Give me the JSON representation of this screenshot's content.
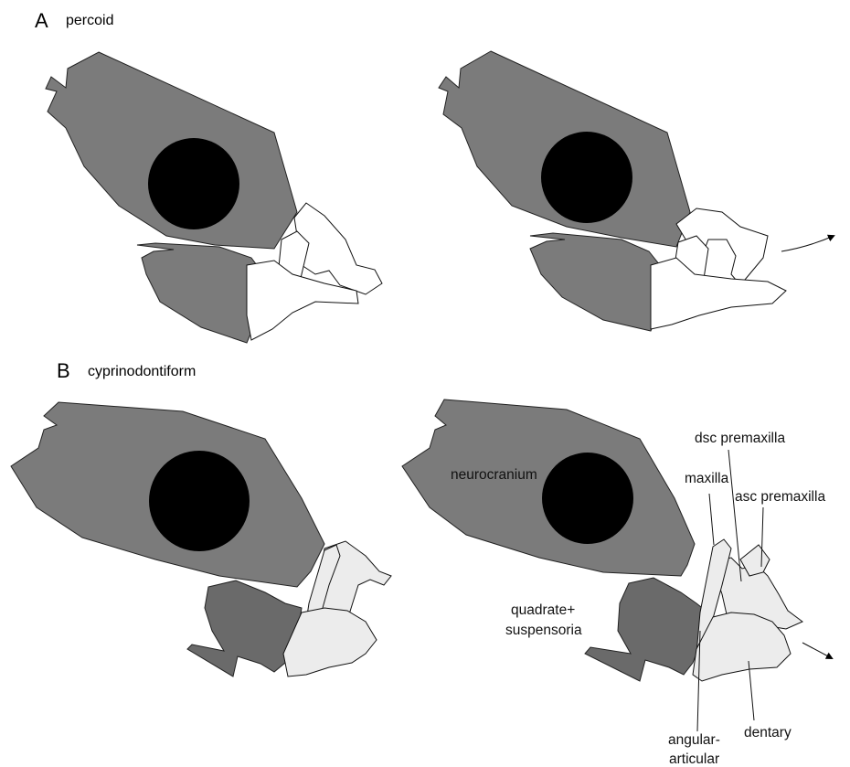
{
  "panels": [
    {
      "letter": "A",
      "name": "percoid"
    },
    {
      "letter": "B",
      "name": "cyprinodontiform"
    }
  ],
  "labels": {
    "neurocranium": "neurocranium",
    "maxilla": "maxilla",
    "dsc_premaxilla": "dsc premaxilla",
    "asc_premaxilla": "asc premaxilla",
    "quadrate_1": "quadrate+",
    "quadrate_2": "suspensoria",
    "dentary": "dentary",
    "angular_1": "angular-",
    "angular_2": "articular"
  }
}
